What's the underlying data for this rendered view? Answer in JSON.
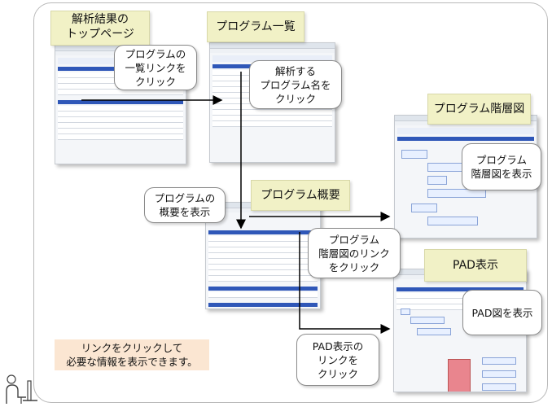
{
  "titles": {
    "top_page": "解析結果の\nトップページ",
    "program_list": "プログラム一覧",
    "hierarchy": "プログラム階層図",
    "overview": "プログラム概要",
    "pad": "PAD表示"
  },
  "callouts": {
    "click_list_link": "プログラムの\n一覧リンクを\nクリック",
    "click_program_name": "解析する\nプログラム名を\nクリック",
    "show_hierarchy": "プログラム\n階層図を表示",
    "show_overview": "プログラムの\n概要を表示",
    "click_hierarchy_link": "プログラム\n階層図のリンク\nをクリック",
    "show_pad": "PAD図を表示",
    "click_pad_link": "PAD表示の\nリンクを\nクリック"
  },
  "note": "リンクをクリックして\n必要な情報を表示できます。",
  "colors": {
    "title_bg": "#f1f1c6",
    "note_bg": "#fbe6d2",
    "header_blue": "#2f57b8",
    "arrow": "#000000",
    "pad_red": "#e9858e"
  }
}
